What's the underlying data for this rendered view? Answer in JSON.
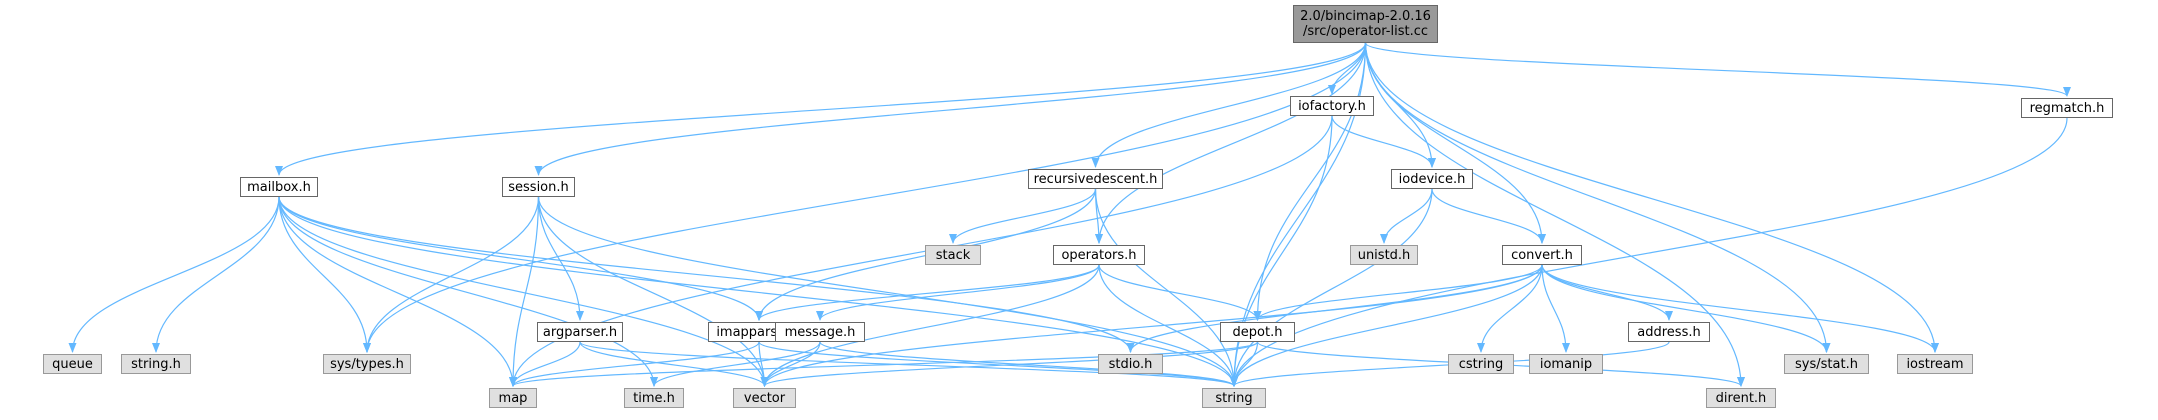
{
  "diagram": {
    "colors": {
      "edge": "#63b8ff",
      "root_fill": "#999999",
      "system_fill": "#e0e0e0",
      "normal_fill": "#ffffff",
      "border": "#666666"
    },
    "nodes": [
      {
        "id": "root",
        "label": "2.0/bincimap-2.0.16\n/src/operator-list.cc",
        "kind": "root"
      },
      {
        "id": "mailbox",
        "label": "mailbox.h",
        "kind": "normal"
      },
      {
        "id": "session",
        "label": "session.h",
        "kind": "normal"
      },
      {
        "id": "recursivedescent",
        "label": "recursivedescent.h",
        "kind": "normal"
      },
      {
        "id": "iofactory",
        "label": "iofactory.h",
        "kind": "normal"
      },
      {
        "id": "iodevice",
        "label": "iodevice.h",
        "kind": "normal"
      },
      {
        "id": "operators",
        "label": "operators.h",
        "kind": "normal"
      },
      {
        "id": "convert",
        "label": "convert.h",
        "kind": "normal"
      },
      {
        "id": "regmatch",
        "label": "regmatch.h",
        "kind": "normal"
      },
      {
        "id": "argparser",
        "label": "argparser.h",
        "kind": "normal"
      },
      {
        "id": "imapparser",
        "label": "imapparser.h",
        "kind": "normal"
      },
      {
        "id": "message",
        "label": "message.h",
        "kind": "normal"
      },
      {
        "id": "depot",
        "label": "depot.h",
        "kind": "normal"
      },
      {
        "id": "address",
        "label": "address.h",
        "kind": "normal"
      },
      {
        "id": "queue",
        "label": "queue",
        "kind": "system"
      },
      {
        "id": "string_h",
        "label": "string.h",
        "kind": "system"
      },
      {
        "id": "systypes",
        "label": "sys/types.h",
        "kind": "system"
      },
      {
        "id": "stack",
        "label": "stack",
        "kind": "system"
      },
      {
        "id": "unistd",
        "label": "unistd.h",
        "kind": "system"
      },
      {
        "id": "stdio",
        "label": "stdio.h",
        "kind": "system"
      },
      {
        "id": "cstring",
        "label": "cstring",
        "kind": "system"
      },
      {
        "id": "iomanip",
        "label": "iomanip",
        "kind": "system"
      },
      {
        "id": "sysstat",
        "label": "sys/stat.h",
        "kind": "system"
      },
      {
        "id": "iostream",
        "label": "iostream",
        "kind": "system"
      },
      {
        "id": "map",
        "label": "map",
        "kind": "system"
      },
      {
        "id": "time",
        "label": "time.h",
        "kind": "system"
      },
      {
        "id": "vector",
        "label": "vector",
        "kind": "system"
      },
      {
        "id": "string",
        "label": "string",
        "kind": "system"
      },
      {
        "id": "dirent",
        "label": "dirent.h",
        "kind": "system"
      }
    ],
    "edges": [
      [
        "root",
        "mailbox"
      ],
      [
        "root",
        "session"
      ],
      [
        "root",
        "recursivedescent"
      ],
      [
        "root",
        "iofactory"
      ],
      [
        "root",
        "iodevice"
      ],
      [
        "root",
        "operators"
      ],
      [
        "root",
        "convert"
      ],
      [
        "root",
        "regmatch"
      ],
      [
        "root",
        "depot"
      ],
      [
        "root",
        "systypes"
      ],
      [
        "root",
        "sysstat"
      ],
      [
        "root",
        "iostream"
      ],
      [
        "root",
        "string"
      ],
      [
        "root",
        "dirent"
      ],
      [
        "mailbox",
        "queue"
      ],
      [
        "mailbox",
        "string_h"
      ],
      [
        "mailbox",
        "systypes"
      ],
      [
        "mailbox",
        "map"
      ],
      [
        "mailbox",
        "vector"
      ],
      [
        "mailbox",
        "time"
      ],
      [
        "mailbox",
        "imapparser"
      ],
      [
        "mailbox",
        "stdio"
      ],
      [
        "mailbox",
        "string"
      ],
      [
        "session",
        "systypes"
      ],
      [
        "session",
        "argparser"
      ],
      [
        "session",
        "map"
      ],
      [
        "session",
        "vector"
      ],
      [
        "session",
        "string"
      ],
      [
        "recursivedescent",
        "stack"
      ],
      [
        "recursivedescent",
        "operators"
      ],
      [
        "recursivedescent",
        "imapparser"
      ],
      [
        "recursivedescent",
        "string"
      ],
      [
        "iofactory",
        "iodevice"
      ],
      [
        "iofactory",
        "string"
      ],
      [
        "iofactory",
        "map"
      ],
      [
        "iodevice",
        "unistd"
      ],
      [
        "iodevice",
        "convert"
      ],
      [
        "iodevice",
        "string"
      ],
      [
        "operators",
        "imapparser"
      ],
      [
        "operators",
        "message"
      ],
      [
        "operators",
        "depot"
      ],
      [
        "operators",
        "vector"
      ],
      [
        "operators",
        "string"
      ],
      [
        "convert",
        "stdio"
      ],
      [
        "convert",
        "cstring"
      ],
      [
        "convert",
        "iomanip"
      ],
      [
        "convert",
        "address"
      ],
      [
        "convert",
        "sysstat"
      ],
      [
        "convert",
        "iostream"
      ],
      [
        "convert",
        "depot"
      ],
      [
        "convert",
        "vector"
      ],
      [
        "convert",
        "string"
      ],
      [
        "argparser",
        "map"
      ],
      [
        "argparser",
        "vector"
      ],
      [
        "argparser",
        "string"
      ],
      [
        "imapparser",
        "map"
      ],
      [
        "imapparser",
        "vector"
      ],
      [
        "imapparser",
        "string"
      ],
      [
        "message",
        "time"
      ],
      [
        "message",
        "vector"
      ],
      [
        "message",
        "string"
      ],
      [
        "depot",
        "map"
      ],
      [
        "depot",
        "string"
      ],
      [
        "depot",
        "vector"
      ],
      [
        "depot",
        "dirent"
      ],
      [
        "address",
        "string"
      ],
      [
        "regmatch",
        "string"
      ]
    ]
  }
}
